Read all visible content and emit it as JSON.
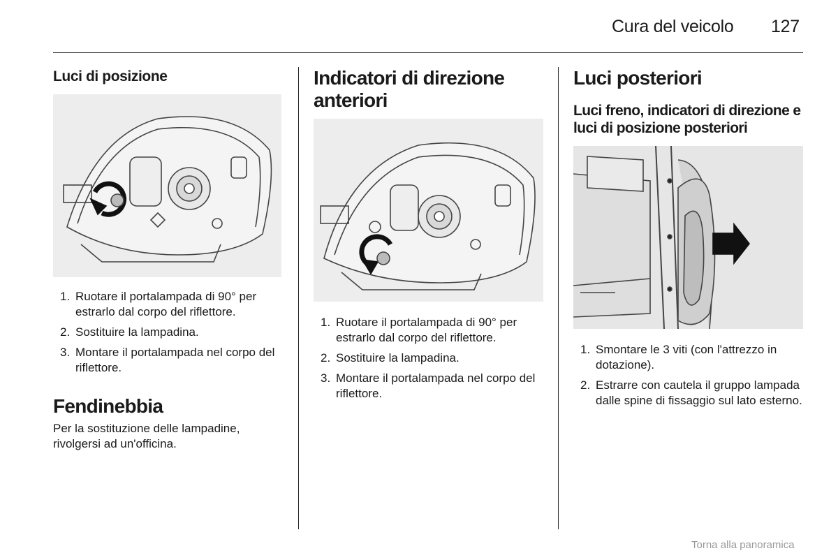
{
  "header": {
    "section_title": "Cura del veicolo",
    "page_number": "127"
  },
  "columns": [
    {
      "heading": "Luci di posizione",
      "figure_icon": "headlamp-bulb-rotate-illustration",
      "steps": [
        {
          "num": "1.",
          "text": "Ruotare il portalampada di 90° per estrarlo dal corpo del riflettore."
        },
        {
          "num": "2.",
          "text": "Sostituire la lampadina."
        },
        {
          "num": "3.",
          "text": "Montare il portalampada nel corpo del riflettore."
        }
      ],
      "subsection_heading": "Fendinebbia",
      "subsection_text": "Per la sostituzione delle lampadine, rivolgersi ad un'officina."
    },
    {
      "heading": "Indicatori di direzione anteriori",
      "figure_icon": "headlamp-indicator-rotate-illustration",
      "steps": [
        {
          "num": "1.",
          "text": "Ruotare il portalampada di 90° per estrarlo dal corpo del riflettore."
        },
        {
          "num": "2.",
          "text": "Sostituire la lampadina."
        },
        {
          "num": "3.",
          "text": "Montare il portalampada nel corpo del riflettore."
        }
      ]
    },
    {
      "heading": "Luci posteriori",
      "subheading": "Luci freno, indicatori di direzione e luci di posizione posteriori",
      "figure_icon": "tail-lamp-removal-illustration",
      "steps": [
        {
          "num": "1.",
          "text": "Smontare le 3 viti (con l'attrezzo in dotazione)."
        },
        {
          "num": "2.",
          "text": "Estrarre con cautela il gruppo lampada dalle spine di fissaggio sul lato esterno."
        }
      ]
    }
  ],
  "footer": {
    "link_label": "Torna alla panoramica"
  }
}
